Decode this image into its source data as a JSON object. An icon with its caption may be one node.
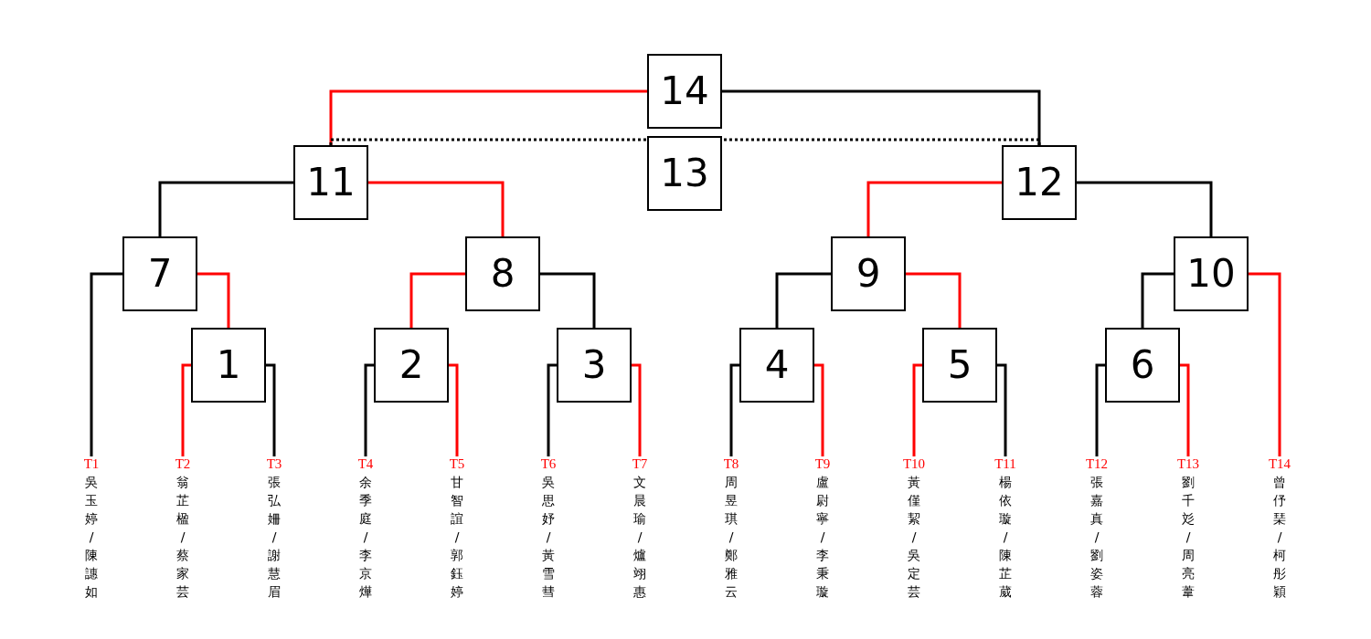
{
  "diagram": {
    "nodes": [
      {
        "text": [
          "14"
        ]
      },
      {
        "text": [
          "13"
        ]
      },
      {
        "text": [
          "11"
        ]
      },
      {
        "text": [
          "12"
        ]
      },
      {
        "text": [
          "7"
        ]
      },
      {
        "text": [
          "8"
        ]
      },
      {
        "text": [
          "9"
        ]
      },
      {
        "text": [
          "10"
        ]
      },
      {
        "text": [
          "1"
        ]
      },
      {
        "text": [
          "2"
        ]
      },
      {
        "text": [
          "3"
        ]
      },
      {
        "text": [
          "4"
        ]
      },
      {
        "text": [
          "5"
        ]
      },
      {
        "text": [
          "6"
        ]
      },
      {
        "text": [
          "T1",
          "吳玉婷/陳譓如"
        ]
      },
      {
        "text": [
          "T2",
          "翁芷楹/蔡家芸"
        ]
      },
      {
        "text": [
          "T3",
          "張弘姍/謝慧眉"
        ]
      },
      {
        "text": [
          "T4",
          "余季庭/李京燁"
        ]
      },
      {
        "text": [
          "T5",
          "甘智誼/郭鈺婷"
        ]
      },
      {
        "text": [
          "T6",
          "吳思妤/黃雪彗"
        ]
      },
      {
        "text": [
          "T7",
          "文晨瑜/爐翊惠"
        ]
      },
      {
        "text": [
          "T8",
          "周昱琪/鄭雅云"
        ]
      },
      {
        "text": [
          "T9",
          "盧尉寧/李秉璇"
        ]
      },
      {
        "text": [
          "T10",
          "黃僅絜/吳定芸"
        ]
      },
      {
        "text": [
          "T11",
          "楊依璇/陳芷葳"
        ]
      },
      {
        "text": [
          "T12",
          "張嘉真/劉姿蓉"
        ]
      },
      {
        "text": [
          "T13",
          "劉千彣/周亮葦"
        ]
      },
      {
        "text": [
          "T14",
          "曾伃琹/柯彤穎"
        ]
      }
    ],
    "edges": [
      {
        "from": 0,
        "to": 2,
        "arrow": "none",
        "color": "#ff0000"
      },
      {
        "from": 0,
        "to": 3,
        "arrow": "none"
      },
      {
        "from": 2,
        "to": 1,
        "arrow": "none",
        "style": "dashed"
      },
      {
        "from": 3,
        "to": 1,
        "arrow": "none",
        "style": "dashed"
      },
      {
        "from": 2,
        "to": 4,
        "arrow": "none"
      },
      {
        "from": 2,
        "to": 5,
        "arrow": "none",
        "color": "#ff0000"
      },
      {
        "from": 3,
        "to": 6,
        "arrow": "none",
        "color": "#ff0000"
      },
      {
        "from": 3,
        "to": 7,
        "arrow": "none"
      },
      {
        "from": 4,
        "to": 14,
        "arrow": "none"
      },
      {
        "from": 4,
        "to": 8,
        "arrow": "none",
        "color": "#ff0000"
      },
      {
        "from": 5,
        "to": 9,
        "arrow": "none",
        "color": "#ff0000"
      },
      {
        "from": 5,
        "to": 10,
        "arrow": "none"
      },
      {
        "from": 6,
        "to": 11,
        "arrow": "none"
      },
      {
        "from": 6,
        "to": 12,
        "arrow": "none",
        "color": "#ff0000"
      },
      {
        "from": 7,
        "to": 13,
        "arrow": "none"
      },
      {
        "from": 7,
        "to": 27,
        "arrow": "none",
        "color": "#ff0000"
      },
      {
        "from": 8,
        "to": 15,
        "arrow": "none",
        "color": "#ff0000"
      },
      {
        "from": 8,
        "to": 16,
        "arrow": "none"
      },
      {
        "from": 9,
        "to": 17,
        "arrow": "none"
      },
      {
        "from": 9,
        "to": 18,
        "arrow": "none",
        "color": "#ff0000"
      },
      {
        "from": 10,
        "to": 19,
        "arrow": "none"
      },
      {
        "from": 10,
        "to": 20,
        "arrow": "none",
        "color": "#ff0000"
      },
      {
        "from": 11,
        "to": 21,
        "arrow": "none"
      },
      {
        "from": 11,
        "to": 22,
        "arrow": "none",
        "color": "#ff0000"
      },
      {
        "from": 12,
        "to": 23,
        "arrow": "none",
        "color": "#ff0000"
      },
      {
        "from": 12,
        "to": 24,
        "arrow": "none"
      },
      {
        "from": 13,
        "to": 25,
        "arrow": "none"
      },
      {
        "from": 13,
        "to": 26,
        "arrow": "none",
        "color": "#ff0000"
      }
    ]
  }
}
